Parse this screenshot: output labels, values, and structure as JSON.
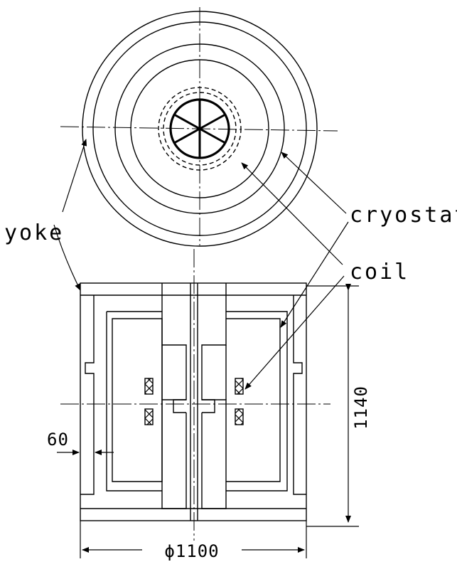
{
  "labels": {
    "yoke": "yoke",
    "cryostat": "cryostat",
    "coil": "coil",
    "dim_height": "1140",
    "dim_diameter": "ϕ1100",
    "dim_gap": "60"
  },
  "colors": {
    "ink": "#000000",
    "paper": "#ffffff"
  }
}
